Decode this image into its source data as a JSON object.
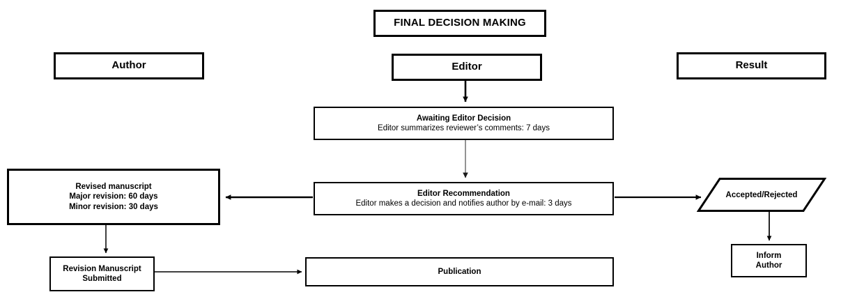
{
  "diagram": {
    "title": "FINAL DECISION MAKING",
    "lanes": [
      {
        "id": "author",
        "label": "Author"
      },
      {
        "id": "editor",
        "label": "Editor"
      },
      {
        "id": "result",
        "label": "Result"
      }
    ],
    "nodes": {
      "awaiting": {
        "shape": "rectangle",
        "heading": "Awaiting Editor Decision",
        "detail": "Editor summarizes reviewer’s comments: 7 days"
      },
      "recommend": {
        "shape": "rectangle",
        "heading": "Editor Recommendation",
        "detail": "Editor makes a decision and notifies author by e-mail: 3 days"
      },
      "revised": {
        "shape": "rectangle",
        "line1": "Revised manuscript",
        "line2": "Major revision: 60 days",
        "line3": "Minor revision: 30 days"
      },
      "revision_submitted": {
        "shape": "rectangle",
        "line1": "Revision Manuscript",
        "line2": "Submitted"
      },
      "publication": {
        "shape": "rectangle",
        "label": "Publication"
      },
      "accepted_rejected": {
        "shape": "parallelogram",
        "label": "Accepted/Rejected"
      },
      "inform_author": {
        "shape": "rectangle",
        "line1": "Inform",
        "line2": "Author"
      }
    },
    "edges": [
      {
        "from": "editor",
        "to": "awaiting",
        "direction": "down",
        "style": "thick-black"
      },
      {
        "from": "awaiting",
        "to": "recommend",
        "direction": "down",
        "style": "thin-grey"
      },
      {
        "from": "recommend",
        "to": "revised",
        "direction": "left",
        "style": "thick-black"
      },
      {
        "from": "recommend",
        "to": "accepted_rejected",
        "direction": "right",
        "style": "thick-black"
      },
      {
        "from": "revised",
        "to": "revision_submitted",
        "direction": "down",
        "style": "thin-black"
      },
      {
        "from": "revision_submitted",
        "to": "publication",
        "direction": "right",
        "style": "thin-black"
      },
      {
        "from": "accepted_rejected",
        "to": "inform_author",
        "direction": "down",
        "style": "thin-black"
      }
    ],
    "colors": {
      "stroke": "#000000",
      "background": "#ffffff",
      "text": "#000000",
      "muted_edge": "#595959"
    }
  }
}
